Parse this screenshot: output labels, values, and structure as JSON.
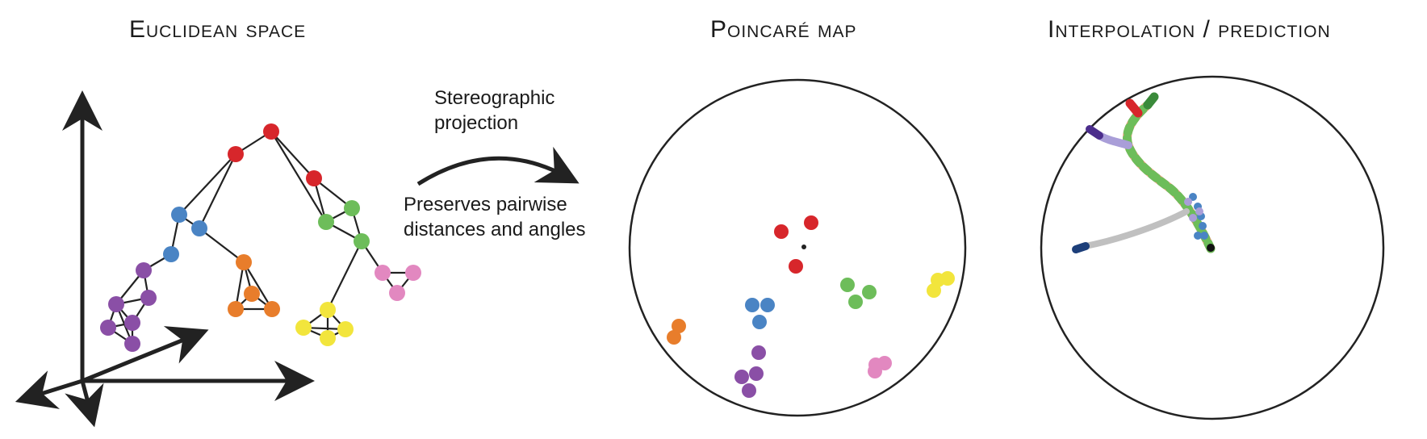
{
  "titles": {
    "euclidean": "Euclidean space",
    "poincare": "Poincaré map",
    "interpolation": "Interpolation / prediction"
  },
  "annotations": {
    "projection_line1": "Stereographic",
    "projection_line2": "projection",
    "preserves_line1": "Preserves pairwise",
    "preserves_line2": "distances and angles"
  },
  "colors": {
    "red": "#d7262b",
    "blue": "#4a84c4",
    "purple": "#8a4fa6",
    "orange": "#e87d2b",
    "green": "#6dbd5a",
    "pink": "#e288c0",
    "yellow": "#f2e53c",
    "salmon": "#ef9a78",
    "lavender": "#a99ed8",
    "gray": "#c0c0c0",
    "dark_green": "#3a8a3a",
    "dark_purple": "#4b2d8c",
    "navy": "#1d3f7a",
    "ink": "#222222"
  }
}
